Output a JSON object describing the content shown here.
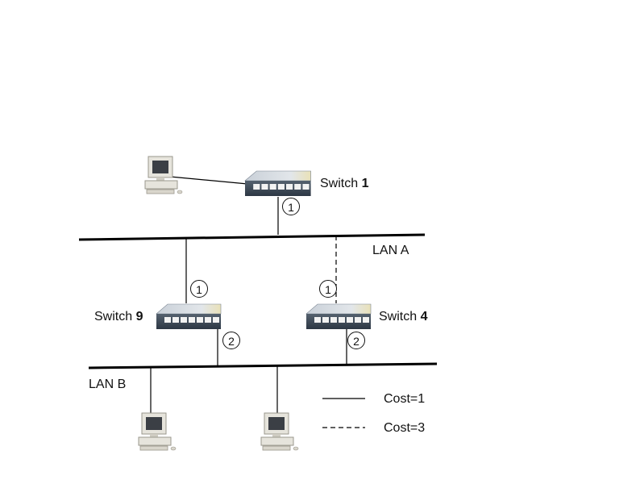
{
  "switches": {
    "s1": {
      "prefix": "Switch ",
      "number": "1"
    },
    "s9": {
      "prefix": "Switch ",
      "number": "9"
    },
    "s4": {
      "prefix": "Switch ",
      "number": "4"
    }
  },
  "lans": {
    "a": "LAN A",
    "b": "LAN B"
  },
  "ports": {
    "s1_lan_a": "1",
    "s9_lan_a": "1",
    "s9_lan_b": "2",
    "s4_lan_a": "1",
    "s4_lan_b": "2"
  },
  "legend": {
    "solid": "Cost=1",
    "dashed": "Cost=3"
  },
  "colors": {
    "switch_top": "#d6dce2",
    "switch_front": "#3d4a5a",
    "port_socket": "#f2f2f2",
    "computer_body": "#e6e4dc",
    "computer_screen": "#3b3f45"
  },
  "icons": [
    "switch-icon",
    "computer-icon"
  ]
}
